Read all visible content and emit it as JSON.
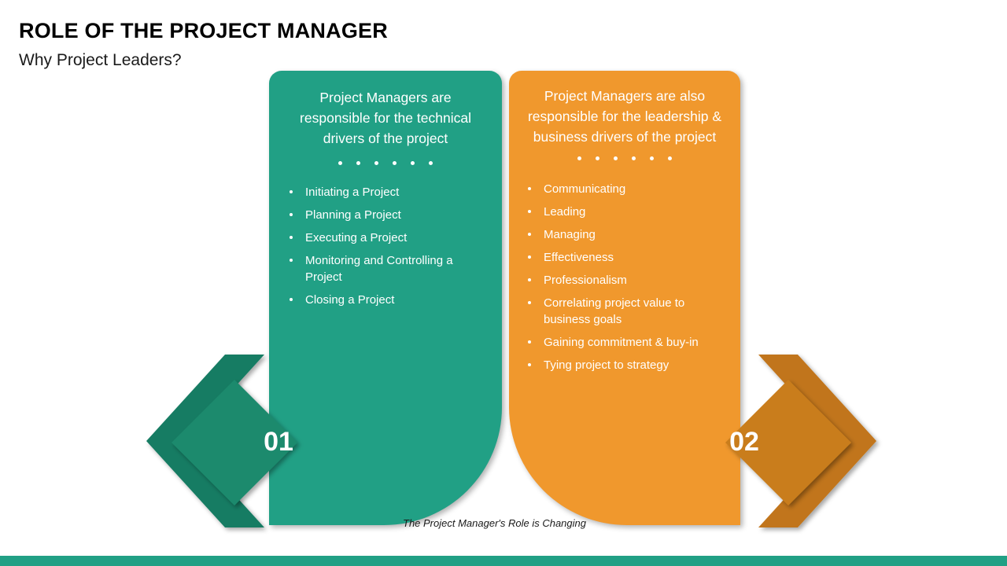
{
  "header": {
    "title": "ROLE OF THE PROJECT MANAGER",
    "subtitle": "Why Project Leaders?"
  },
  "colors": {
    "green": "#21a085",
    "green_dark": "#177b63",
    "orange": "#f0982d",
    "orange_dark": "#c1741a",
    "text_light": "#ffffff",
    "text_dark": "#1a1a1a"
  },
  "cards": [
    {
      "id": "green",
      "badge_number": "01",
      "heading": "Project Managers are responsible for the technical drivers of the project",
      "separator_dots": 6,
      "bullets": [
        "Initiating a Project",
        "Planning a Project",
        "Executing a Project",
        "Monitoring and Controlling a Project",
        "Closing a Project"
      ]
    },
    {
      "id": "orange",
      "badge_number": "02",
      "heading": "Project Managers are also responsible for the leadership & business drivers of the project",
      "separator_dots": 6,
      "bullets": [
        "Communicating",
        "Leading",
        "Managing",
        "Effectiveness",
        "Professionalism",
        "Correlating project value to business goals",
        "Gaining commitment & buy-in",
        "Tying project to strategy"
      ]
    }
  ],
  "footer": {
    "caption": "The Project Manager's Role is Changing"
  }
}
